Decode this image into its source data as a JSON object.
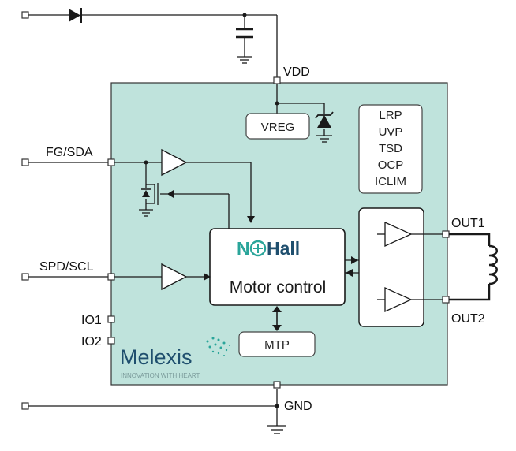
{
  "pins": {
    "vdd": "VDD",
    "gnd": "GND",
    "fg_sda": "FG/SDA",
    "spd_scl": "SPD/SCL",
    "io1": "IO1",
    "io2": "IO2",
    "out1": "OUT1",
    "out2": "OUT2"
  },
  "blocks": {
    "vreg": "VREG",
    "mtp": "MTP",
    "motor_control": "Motor control",
    "nohall_logo_n": "N",
    "nohall_logo_hall": "Hall"
  },
  "protection": [
    "LRP",
    "UVP",
    "TSD",
    "OCP",
    "ICLIM"
  ],
  "brand": {
    "name": "Melexis",
    "tagline": "INNOVATION WITH HEART"
  },
  "colors": {
    "chip_fill": "#bfe3dc",
    "logo_teal": "#2aa59a",
    "logo_navy": "#1f4f6e",
    "line": "#1a1a1a"
  }
}
